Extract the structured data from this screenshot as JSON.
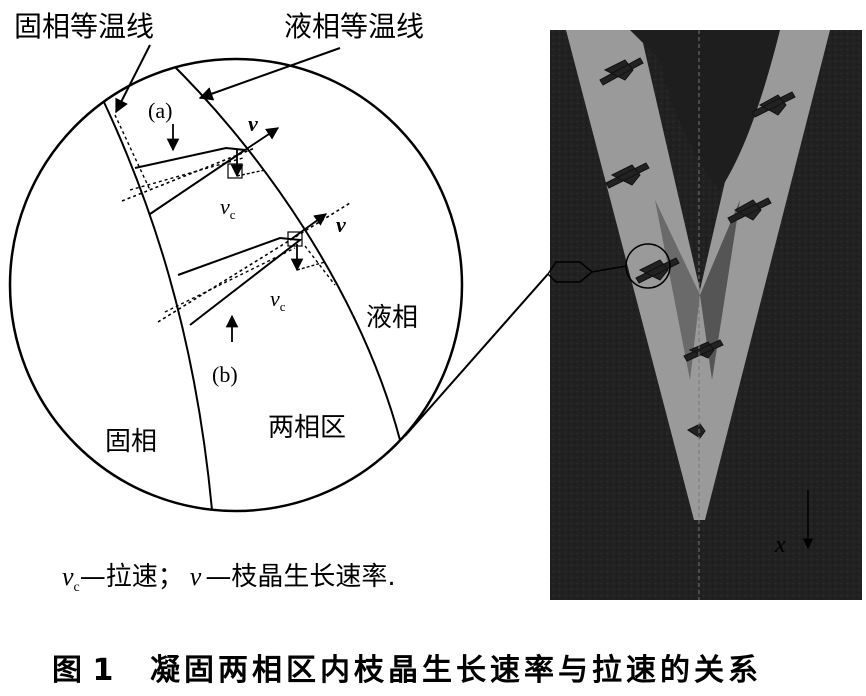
{
  "labels": {
    "solidus_isotherm": "固相等温线",
    "liquidus_isotherm": "液相等温线",
    "point_a": "(a)",
    "point_b": "(b)",
    "v_growth_top": "v",
    "v_growth_mid": "v",
    "vc_top": "v",
    "vc_top_sub": "c",
    "vc_mid": "v",
    "vc_mid_sub": "c",
    "liquid_phase": "液相",
    "two_phase_zone": "两相区",
    "solid_phase": "固相",
    "x_axis": "x"
  },
  "legend": {
    "vc_symbol": "v",
    "vc_sub": "c",
    "vc_text": "—拉速；",
    "v_symbol": "v",
    "v_text": "—枝晶生长速率."
  },
  "caption": {
    "figure_number": "图 1",
    "title": "凝固两相区内枝晶生长速率与拉速的关系"
  }
}
